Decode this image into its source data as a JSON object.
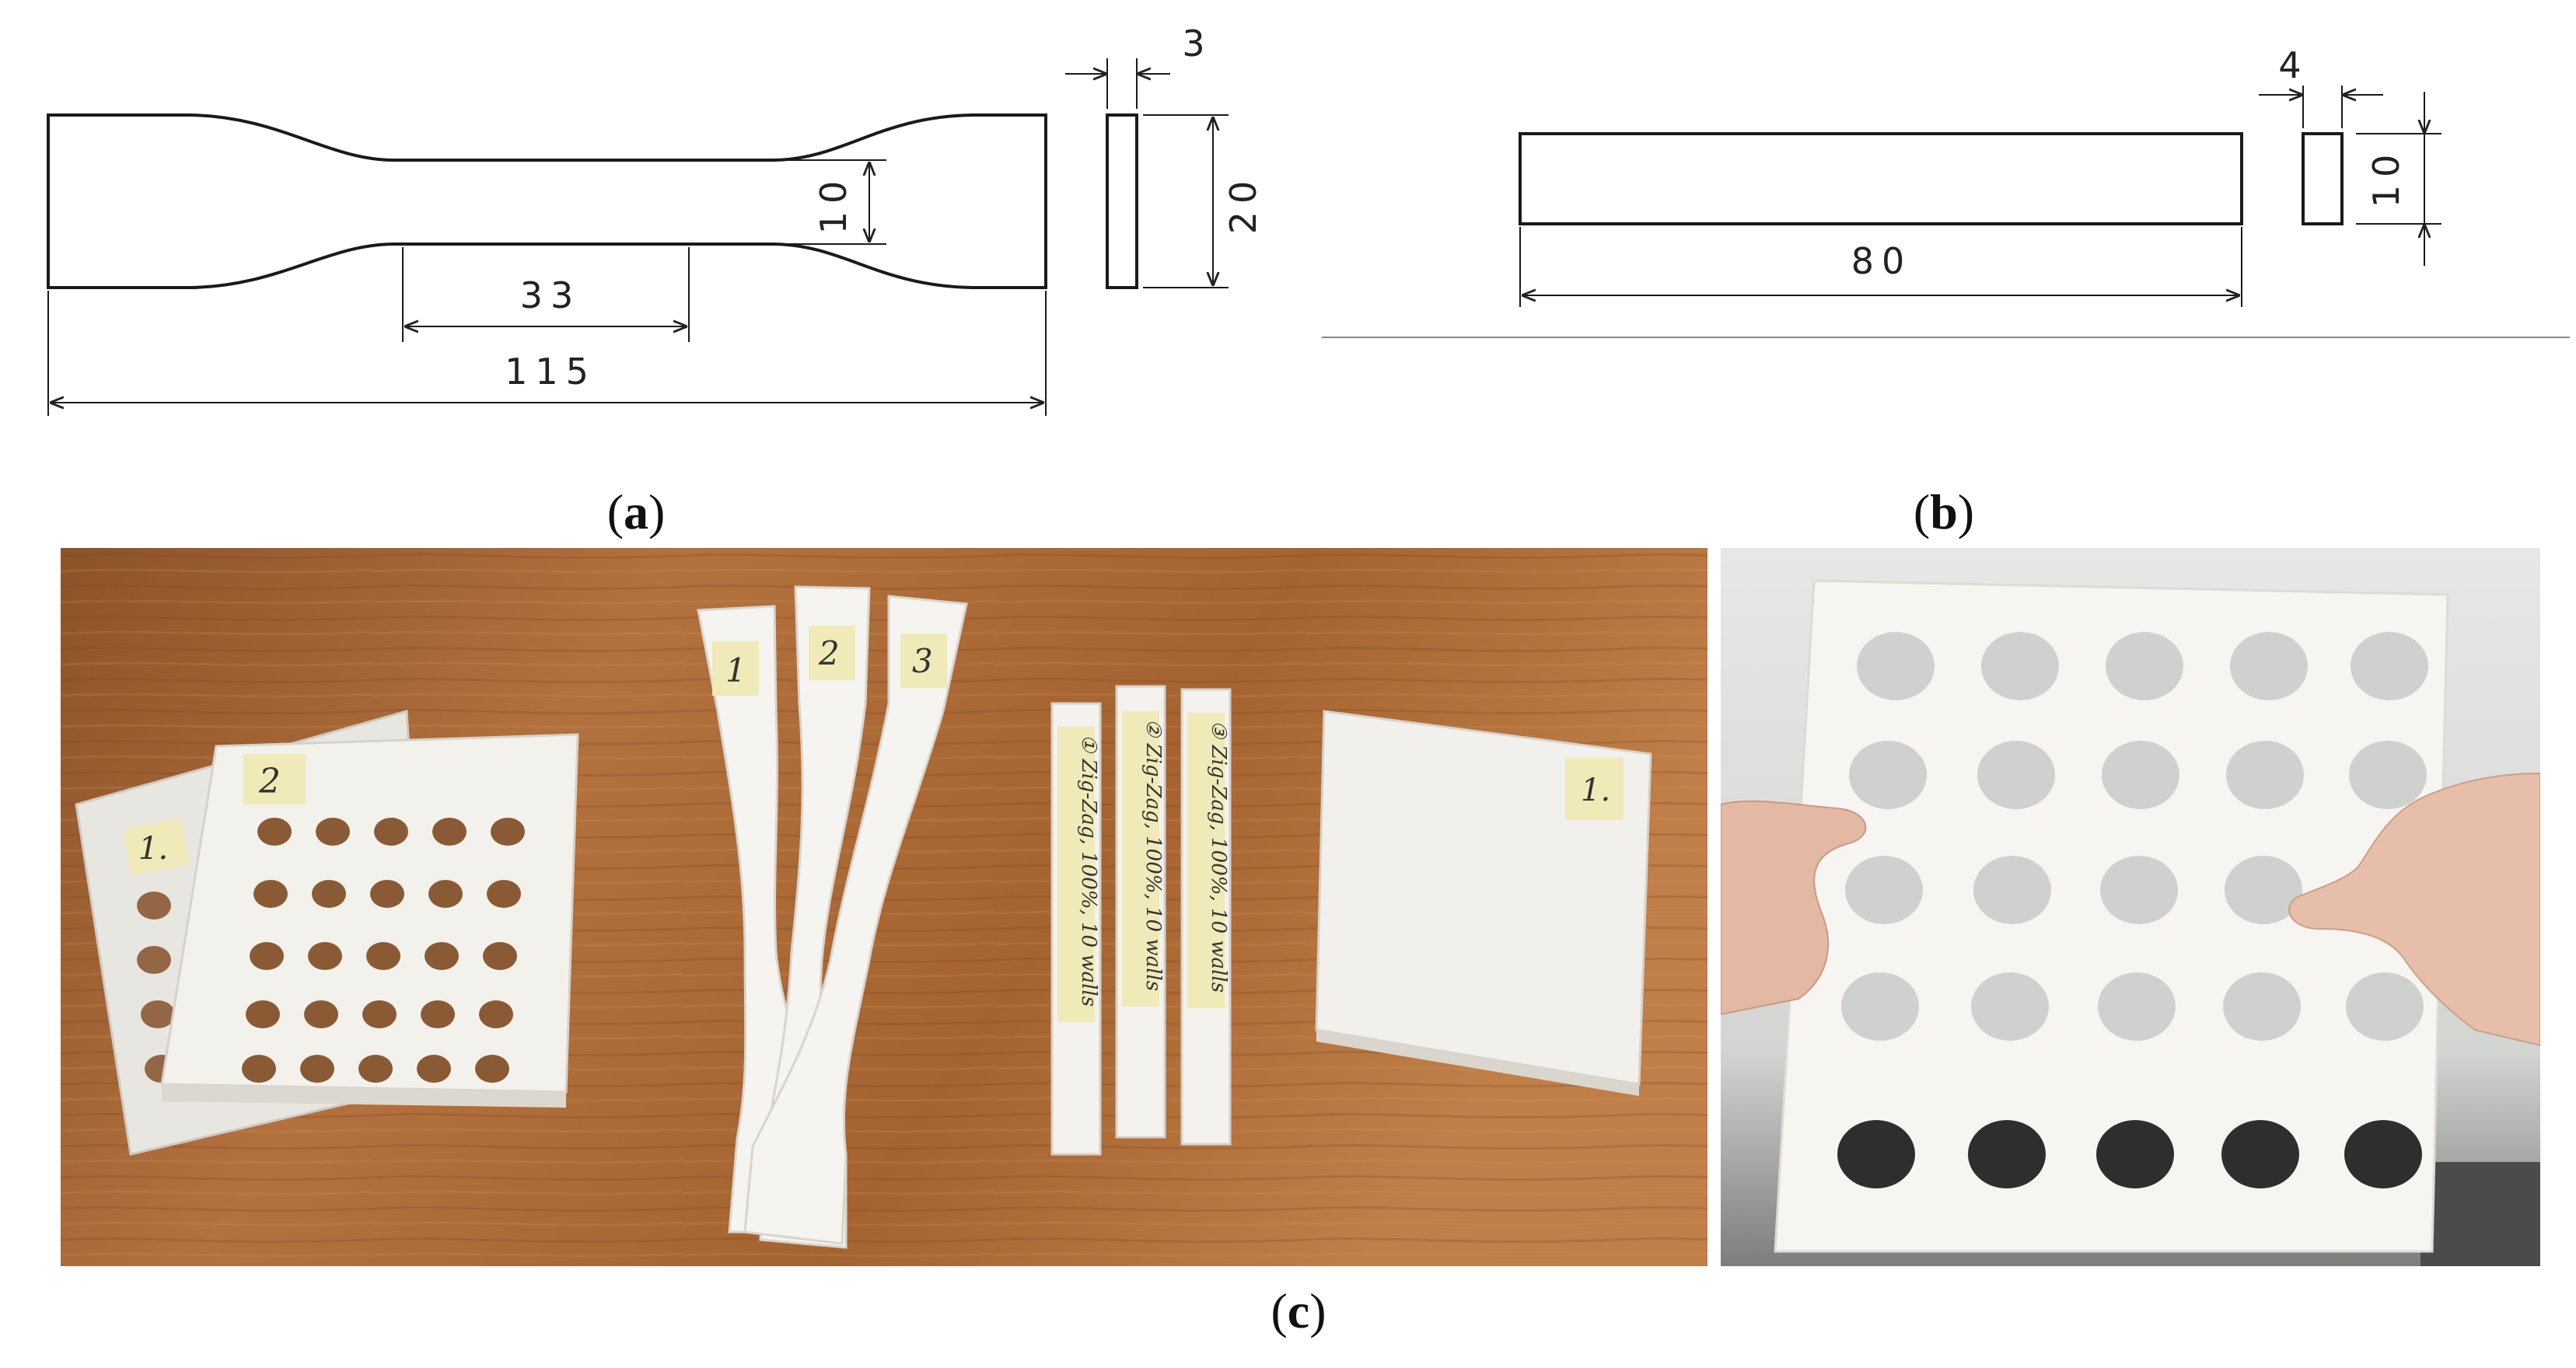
{
  "drawing_a": {
    "total_length": "115",
    "gauge_length": "33",
    "narrow_width": "10",
    "width": "20",
    "thickness": "3"
  },
  "drawing_b": {
    "length": "80",
    "thickness": "4",
    "width": "10"
  },
  "captions": {
    "a": "a",
    "b": "b",
    "c": "c"
  },
  "photo_left": {
    "plate_labels": [
      "1.",
      "2"
    ],
    "dogbone_labels": [
      "1",
      "2",
      "3"
    ],
    "bar_labels": [
      "① Zig-Zag, 100%, 10 walls",
      "② Zig-Zag, 100%, 10 walls",
      "③ Zig-Zag, 100%, 10 walls"
    ],
    "solid_plate_label": "1."
  },
  "colors": {
    "line": "#1a1a1a",
    "table": "#a8683a",
    "specimen": "#f3f1ec",
    "tape": "#efeab8"
  }
}
